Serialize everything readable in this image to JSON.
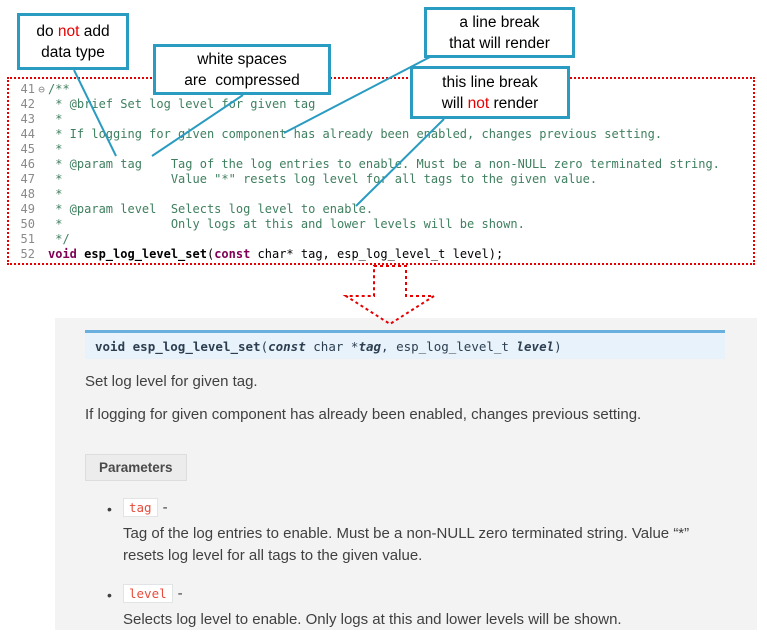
{
  "callouts": {
    "datatype": {
      "pre": "do ",
      "red": "not",
      "post": " add",
      "line2": "data type"
    },
    "whitespace": {
      "line1": "white spaces",
      "line2": "are  compressed"
    },
    "render_break": {
      "line1": "a line break",
      "line2": "that will render"
    },
    "norender_break": {
      "line1": "this line break",
      "pre": "will ",
      "red": "not",
      "post": " render"
    }
  },
  "code": {
    "fold_icon": "⊖",
    "lines": [
      {
        "num": "41",
        "text": "/**"
      },
      {
        "num": "42",
        "text": " * @brief Set log level for given tag"
      },
      {
        "num": "43",
        "text": " *"
      },
      {
        "num": "44",
        "text": " * If logging for given component has already been enabled, changes previous setting."
      },
      {
        "num": "45",
        "text": " *"
      },
      {
        "num": "46",
        "text": " * @param tag    Tag of the log entries to enable. Must be a non-NULL zero terminated string."
      },
      {
        "num": "47",
        "text": " *               Value \"*\" resets log level for all tags to the given value."
      },
      {
        "num": "48",
        "text": " *"
      },
      {
        "num": "49",
        "text": " * @param level  Selects log level to enable."
      },
      {
        "num": "50",
        "text": " *               Only logs at this and lower levels will be shown."
      },
      {
        "num": "51",
        "text": " */"
      }
    ],
    "line52": {
      "num": "52",
      "kw_void": "void",
      "name": " esp_log_level_set",
      "open": "(",
      "kw_const": "const",
      "rest": " char* tag, esp_log_level_t level);"
    }
  },
  "docs": {
    "signature": {
      "kw_void": "void ",
      "name": "esp_log_level_set",
      "open": "(",
      "kw_const": "const",
      "arg1_type": " char *",
      "arg1_name": "tag",
      "sep": ", ",
      "arg2_type": "esp_log_level_t ",
      "arg2_name": "level",
      "close": ")"
    },
    "brief": "Set log level for given tag.",
    "detail": "If logging for given component has already been enabled, changes previous setting.",
    "parameters_label": "Parameters",
    "bullet": "•",
    "params": [
      {
        "name": "tag",
        "dash": "-",
        "desc": "Tag of the log entries to enable. Must be a non-NULL zero terminated string. Value “*” resets log level for all tags to the given value."
      },
      {
        "name": "level",
        "dash": "-",
        "desc": "Selects log level to enable. Only logs at this and lower levels will be shown."
      }
    ]
  },
  "colors": {
    "teal_accent": "#2a9bc1",
    "red_accent": "#e60000",
    "sig_bg": "#e7f2fa",
    "sig_border": "#6ab0de",
    "literal_red": "#e74c3c"
  }
}
